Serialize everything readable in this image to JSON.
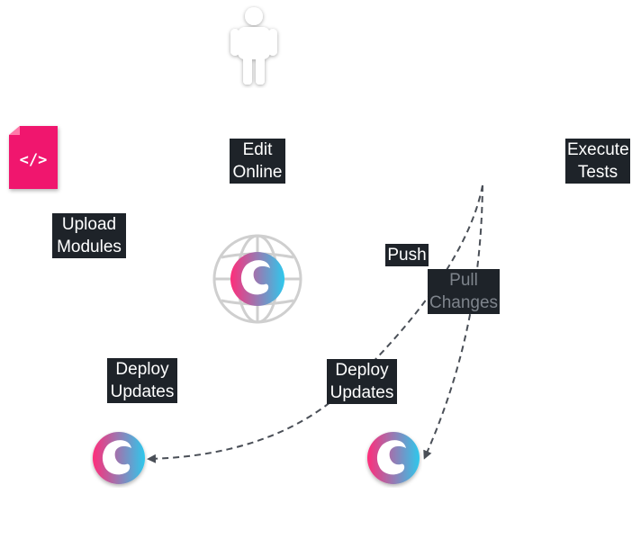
{
  "nodes": {
    "user": {
      "icon": "person-icon"
    },
    "code_file": {
      "icon": "code-file-icon",
      "glyph": "</>"
    },
    "web_hub": {
      "icon": "globe-icon"
    },
    "deploy_left": {
      "icon": "app-logo-icon"
    },
    "deploy_right": {
      "icon": "app-logo-icon"
    }
  },
  "labels": {
    "edit_online": "Edit\nOnline",
    "execute_tests": "Execute\nTests",
    "upload_modules": "Upload\nModules",
    "push": "Push",
    "pull_changes": "Pull\nChanges",
    "deploy_updates_left": "Deploy\nUpdates",
    "deploy_updates_right": "Deploy\nUpdates"
  },
  "colors": {
    "label_background": "#1e2329",
    "label_text": "#ffffff",
    "label_text_dim": "#7e848c",
    "connector": "#4a4f57",
    "code_file": "#f0186e",
    "logo_gradient_start": "#ff2d7a",
    "logo_gradient_end": "#2ec8ec",
    "globe": "#cfcfcf",
    "person": "#ffffff"
  }
}
